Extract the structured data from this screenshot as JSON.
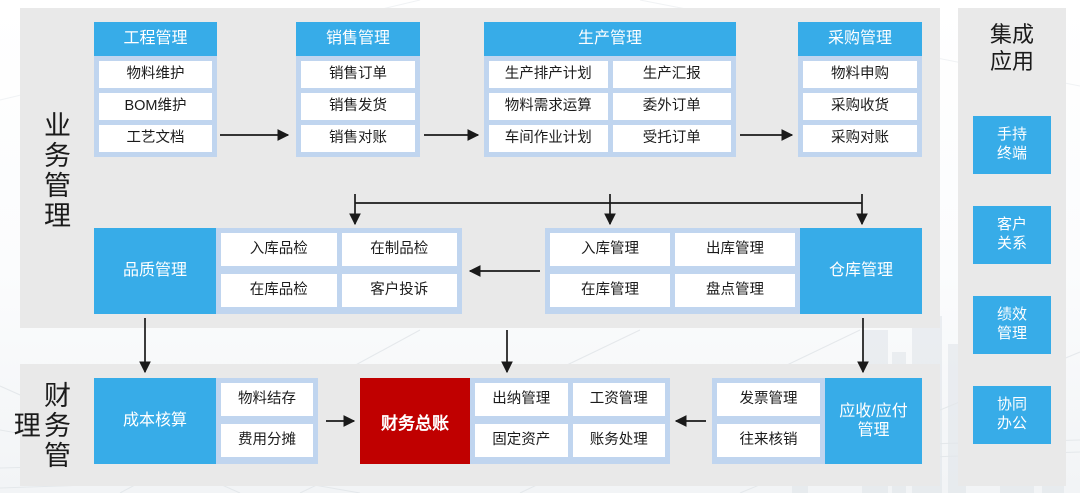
{
  "theme": {
    "accent_blue": "#37ace8",
    "light_blue": "#c0d5ef",
    "panel_gray": "#e9e9e9",
    "accent_red": "#c00000",
    "cell_white": "#ffffff",
    "text_dark": "#1b1b1b"
  },
  "sections": {
    "business": {
      "label": "业务管理"
    },
    "finance": {
      "label": "财务管理"
    }
  },
  "modules": {
    "engineering": {
      "title": "工程管理",
      "items": [
        "物料维护",
        "BOM维护",
        "工艺文档"
      ]
    },
    "sales": {
      "title": "销售管理",
      "items": [
        "销售订单",
        "销售发货",
        "销售对账"
      ]
    },
    "production": {
      "title": "生产管理",
      "items": [
        "生产排产计划",
        "生产汇报",
        "物料需求运算",
        "委外订单",
        "车间作业计划",
        "受托订单"
      ]
    },
    "purchasing": {
      "title": "采购管理",
      "items": [
        "物料申购",
        "采购收货",
        "采购对账"
      ]
    },
    "quality": {
      "title": "品质管理",
      "items": [
        "入库品检",
        "在制品检",
        "在库品检",
        "客户投诉"
      ]
    },
    "warehouse": {
      "title": "仓库管理",
      "items": [
        "入库管理",
        "出库管理",
        "在库管理",
        "盘点管理"
      ]
    },
    "cost": {
      "title": "成本核算",
      "items": [
        "物料结存",
        "费用分摊"
      ]
    },
    "ledger": {
      "title": "财务总账"
    },
    "treasury": {
      "items": [
        "出纳管理",
        "工资管理",
        "固定资产",
        "账务处理"
      ]
    },
    "receivable": {
      "title": "应收/应付\n管理",
      "title_line1": "应收/应付",
      "title_line2": "管理",
      "items": [
        "发票管理",
        "往来核销"
      ]
    }
  },
  "sidebar": {
    "title_line1": "集成",
    "title_line2": "应用",
    "items": [
      {
        "line1": "手持",
        "line2": "终端"
      },
      {
        "line1": "客户",
        "line2": "关系"
      },
      {
        "line1": "绩效",
        "line2": "管理"
      },
      {
        "line1": "协同",
        "line2": "办公"
      }
    ]
  }
}
